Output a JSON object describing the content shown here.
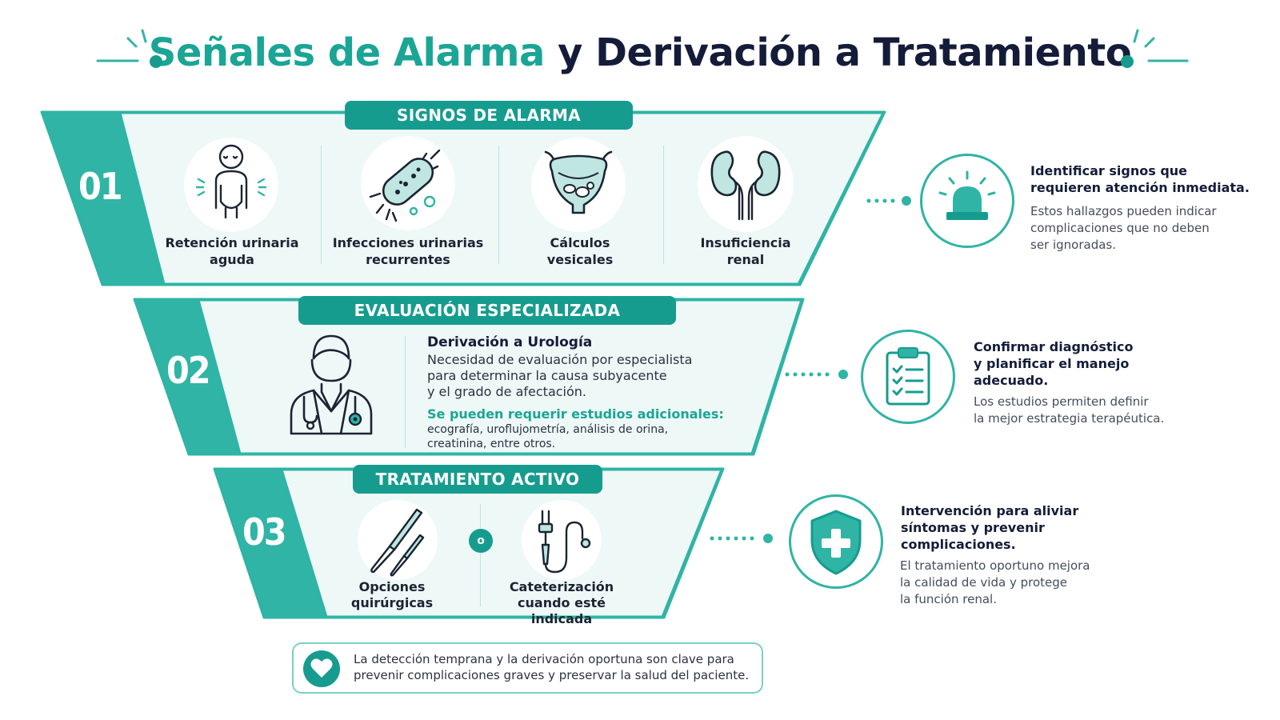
{
  "title": {
    "part1": "Señales de Alarma",
    "part2": "y Derivación a Tratamiento"
  },
  "colors": {
    "teal_dark": "#169c8f",
    "teal": "#2fb4a5",
    "teal_light": "#e8f6f4",
    "navy": "#141c3a"
  },
  "tiers": [
    {
      "number": "01",
      "heading": "SIGNOS DE ALARMA",
      "items": [
        {
          "icon": "person-retention-icon",
          "label_line1": "Retención urinaria",
          "label_line2": "aguda"
        },
        {
          "icon": "bacteria-icon",
          "label_line1": "Infecciones urinarias",
          "label_line2": "recurrentes"
        },
        {
          "icon": "bladder-stones-icon",
          "label_line1": "Cálculos",
          "label_line2": "vesicales"
        },
        {
          "icon": "kidneys-icon",
          "label_line1": "Insuficiencia",
          "label_line2": "renal"
        }
      ],
      "side": {
        "icon": "alarm-siren-icon",
        "title_line1": "Identificar signos que",
        "title_line2": "requieren atención inmediata.",
        "text_line1": "Estos hallazgos pueden indicar",
        "text_line2": "complicaciones que no deben",
        "text_line3": "ser ignoradas."
      }
    },
    {
      "number": "02",
      "heading": "EVALUACIÓN ESPECIALIZADA",
      "icon": "doctor-icon",
      "subtitle": "Derivación a Urología",
      "text_line1": "Necesidad de evaluación por especialista",
      "text_line2": "para determinar la causa subyacente",
      "text_line3": "y el grado de afectación.",
      "highlight": "Se pueden requerir estudios adicionales:",
      "studies_line1": "ecografía, uroflujometría, análisis de orina,",
      "studies_line2": "creatinina, entre otros.",
      "side": {
        "icon": "clipboard-checklist-icon",
        "title_line1": "Confirmar diagnóstico",
        "title_line2": "y planificar el manejo",
        "title_line3": "adecuado.",
        "text_line1": "Los estudios permiten definir",
        "text_line2": "la mejor estrategia terapéutica."
      }
    },
    {
      "number": "03",
      "heading": "TRATAMIENTO ACTIVO",
      "items": [
        {
          "icon": "scalpel-icon",
          "label_line1": "Opciones",
          "label_line2": "quirúrgicas"
        },
        {
          "icon": "catheter-icon",
          "label_line1": "Cateterización",
          "label_line2": "cuando esté indicada"
        }
      ],
      "separator": "o",
      "side": {
        "icon": "shield-cross-icon",
        "title_line1": "Intervención para aliviar",
        "title_line2": "síntomas y prevenir",
        "title_line3": "complicaciones.",
        "text_line1": "El tratamiento oportuno mejora",
        "text_line2": "la calidad de vida y protege",
        "text_line3": "la función renal."
      }
    }
  ],
  "footer_note": {
    "icon": "heart-icon",
    "line1": "La detección temprana y la derivación oportuna son clave para",
    "line2": "prevenir complicaciones graves y preservar la salud del paciente."
  }
}
